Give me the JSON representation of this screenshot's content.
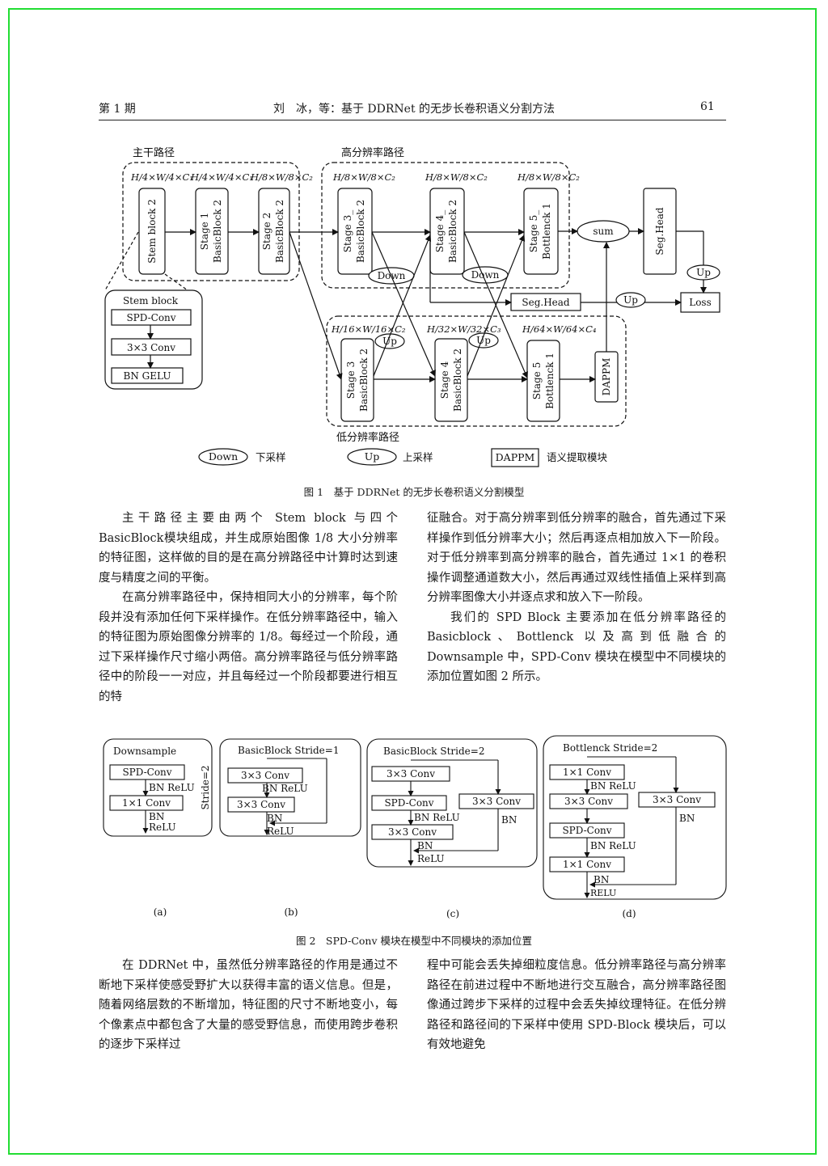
{
  "header": {
    "issue": "第 1 期",
    "title": "刘　冰，等：基于 DDRNet 的无步长卷积语义分割方法",
    "page": "61"
  },
  "figure1": {
    "caption": "图 1　基于 DDRNet 的无步长卷积语义分割模型",
    "path_main": "主干路径",
    "path_high": "高分辨率路径",
    "path_low": "低分辨率路径",
    "dims": {
      "d4c1": "H/4×W/4×C₁",
      "d8c2": "H/8×W/8×C₂",
      "d16c2": "H/16×W/16×C₂",
      "d32c3": "H/32×W/32×C₃",
      "d64c4": "H/64×W/64×C₄"
    },
    "blocks": {
      "stem": "Stem block 2",
      "stage1_a": "Stage 1",
      "stage1_b": "BasicBlock 2",
      "stage2_a": "Stage 2",
      "stage2_b": "BasicBlock 2",
      "h_stage3_a": "Stage 3_",
      "h_stage3_b": "BasicBlock 2",
      "h_stage4_a": "Stage 4_",
      "h_stage4_b": "BasicBlock 2",
      "h_stage5_a": "Stage 5_",
      "h_stage5_b": "Bottlenck 1",
      "l_stage3_a": "Stage 3",
      "l_stage3_b": "BasicBlock 2",
      "l_stage4_a": "Stage 4",
      "l_stage4_b": "BasicBlock 2",
      "l_stage5_a": "Stage 5",
      "l_stage5_b": "Bottlenck 1",
      "dappm": "DAPPM",
      "seg_head": "Seg.Head",
      "seg_head2": "Seg.Head",
      "sum": "sum",
      "loss": "Loss",
      "down": "Down",
      "up": "Up"
    },
    "stem_detail": {
      "title": "Stem block",
      "items": [
        "SPD-Conv",
        "3×3 Conv",
        "BN GELU"
      ]
    },
    "legend": {
      "down": "Down",
      "down_text": "下采样",
      "up": "Up",
      "up_text": "上采样",
      "dappm": "DAPPM",
      "dappm_text": "语义提取模块"
    }
  },
  "para1": {
    "left": [
      "主干路径主要由两个 Stem block 与四个 BasicBlock模块组成，并生成原始图像 1/8 大小分辨率的特征图，这样做的目的是在高分辨路径中计算时达到速度与精度之间的平衡。",
      "在高分辨率路径中，保持相同大小的分辨率，每个阶段并没有添加任何下采样操作。在低分辨率路径中，输入的特征图为原始图像分辨率的 1/8。每经过一个阶段，通过下采样操作尺寸缩小两倍。高分辨率路径与低分辨率路径中的阶段一一对应，并且每经过一个阶段都要进行相互的特"
    ],
    "right_cont": "征融合。对于高分辨率到低分辨率的融合，首先通过下采样操作到低分辨率大小；然后再逐点相加放入下一阶段。对于低分辨率到高分辨率的融合，首先通过 1×1 的卷积操作调整通道数大小，然后再通过双线性插值上采样到高分辨率图像大小并逐点求和放入下一阶段。",
    "right": "我们的 SPD Block 主要添加在低分辨率路径的 Basicblock、Bottlenck 以及高到低融合的 Downsample 中，SPD-Conv 模块在模型中不同模块的添加位置如图 2 所示。"
  },
  "figure2": {
    "caption": "图 2　SPD-Conv 模块在模型中不同模块的添加位置",
    "a": {
      "title": "Downsample",
      "b1": "SPD-Conv",
      "l1": "BN ReLU",
      "b2": "1×1 Conv",
      "l2a": "BN",
      "l2b": "ReLU",
      "stride": "Stride=2",
      "label": "(a)"
    },
    "b": {
      "title": "BasicBlock Stride=1",
      "b1": "3×3 Conv",
      "l1": "BN ReLU",
      "b2": "3×3 Conv",
      "l2a": "BN",
      "l2b": "ReLU",
      "label": "(b)"
    },
    "c": {
      "title": "BasicBlock Stride=2",
      "b1": "3×3 Conv",
      "b2": "SPD-Conv",
      "l1": "BN ReLU",
      "b3": "3×3 Conv",
      "side": "3×3 Conv",
      "side_l": "BN",
      "l2a": "BN",
      "l2b": "ReLU",
      "label": "(c)"
    },
    "d": {
      "title": "Bottlenck  Stride=2",
      "b1": "1×1 Conv",
      "l1": "BN ReLU",
      "b2": "3×3 Conv",
      "b3": "SPD-Conv",
      "l2": "BN ReLU",
      "b4": "1×1 Conv",
      "l3a": "BN",
      "l3b": "RELU",
      "side": "3×3 Conv",
      "side_l": "BN",
      "label": "(d)"
    }
  },
  "para2": {
    "left": "在 DDRNet 中，虽然低分辨率路径的作用是通过不断地下采样使感受野扩大以获得丰富的语义信息。但是，随着网络层数的不断增加，特征图的尺寸不断地变小，每个像素点中都包含了大量的感受野信息，而使用跨步卷积的逐步下采样过",
    "right": "程中可能会丢失掉细粒度信息。低分辨率路径与高分辨率路径在前进过程中不断地进行交互融合，高分辨率路径图像通过跨步下采样的过程中会丢失掉纹理特征。在低分辨路径和路径间的下采样中使用 SPD-Block 模块后，可以有效地避免"
  }
}
